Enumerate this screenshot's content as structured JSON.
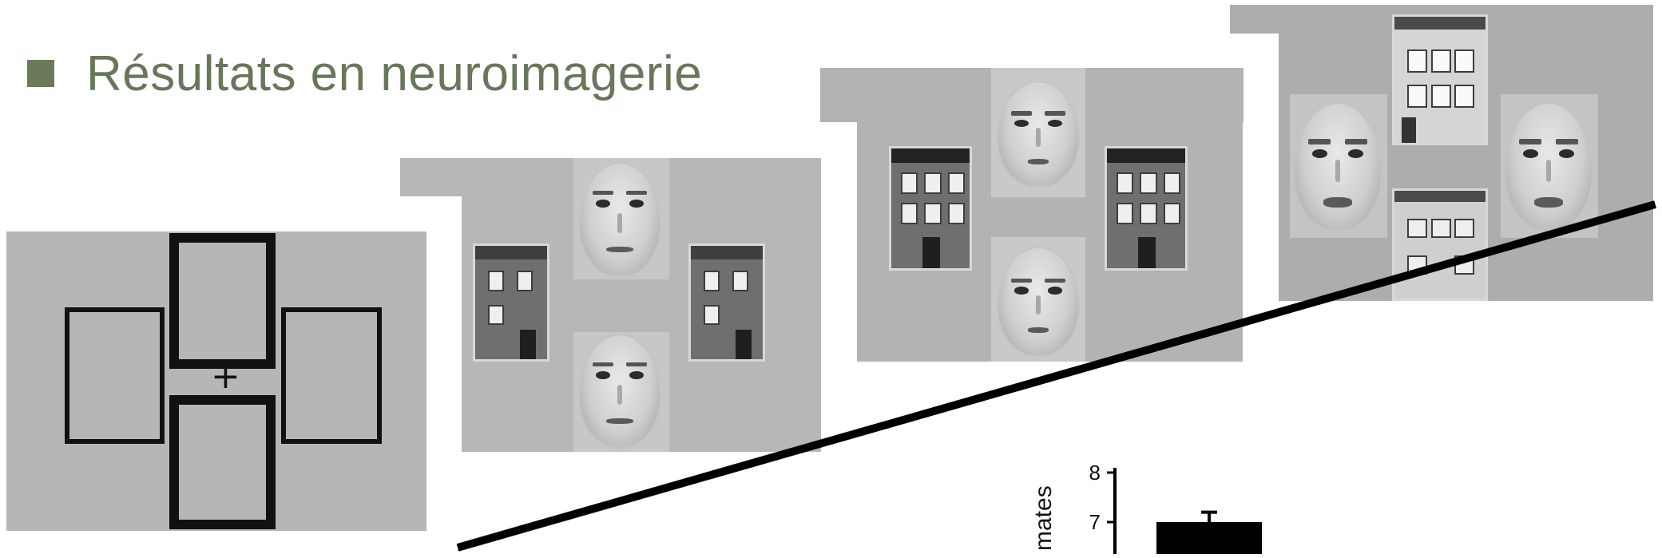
{
  "slide": {
    "title": "Résultats en neuroimagerie"
  },
  "colors": {
    "title": "#66775a",
    "bullet": "#6b7b5a",
    "panel_bg": "#b2b2b2"
  },
  "panels": [
    {
      "name": "fixation-frames",
      "content": "cross-and-frames"
    },
    {
      "name": "faces-vertical-houses-horizontal",
      "content": "fearful-faces"
    },
    {
      "name": "faces-vertical-houses-horizontal-neutral",
      "content": "neutral-faces"
    },
    {
      "name": "houses-vertical-faces-horizontal",
      "content": "fearful-faces"
    }
  ],
  "icons": {
    "bullet": "square-bullet-icon",
    "cross": "fixation-cross-icon"
  },
  "chart_data": {
    "type": "bar",
    "ylabel": "mates",
    "y_ticks": [
      "8",
      "7"
    ],
    "ylim": [
      6,
      8
    ],
    "values": [
      7.0
    ],
    "error": [
      0.2
    ]
  }
}
